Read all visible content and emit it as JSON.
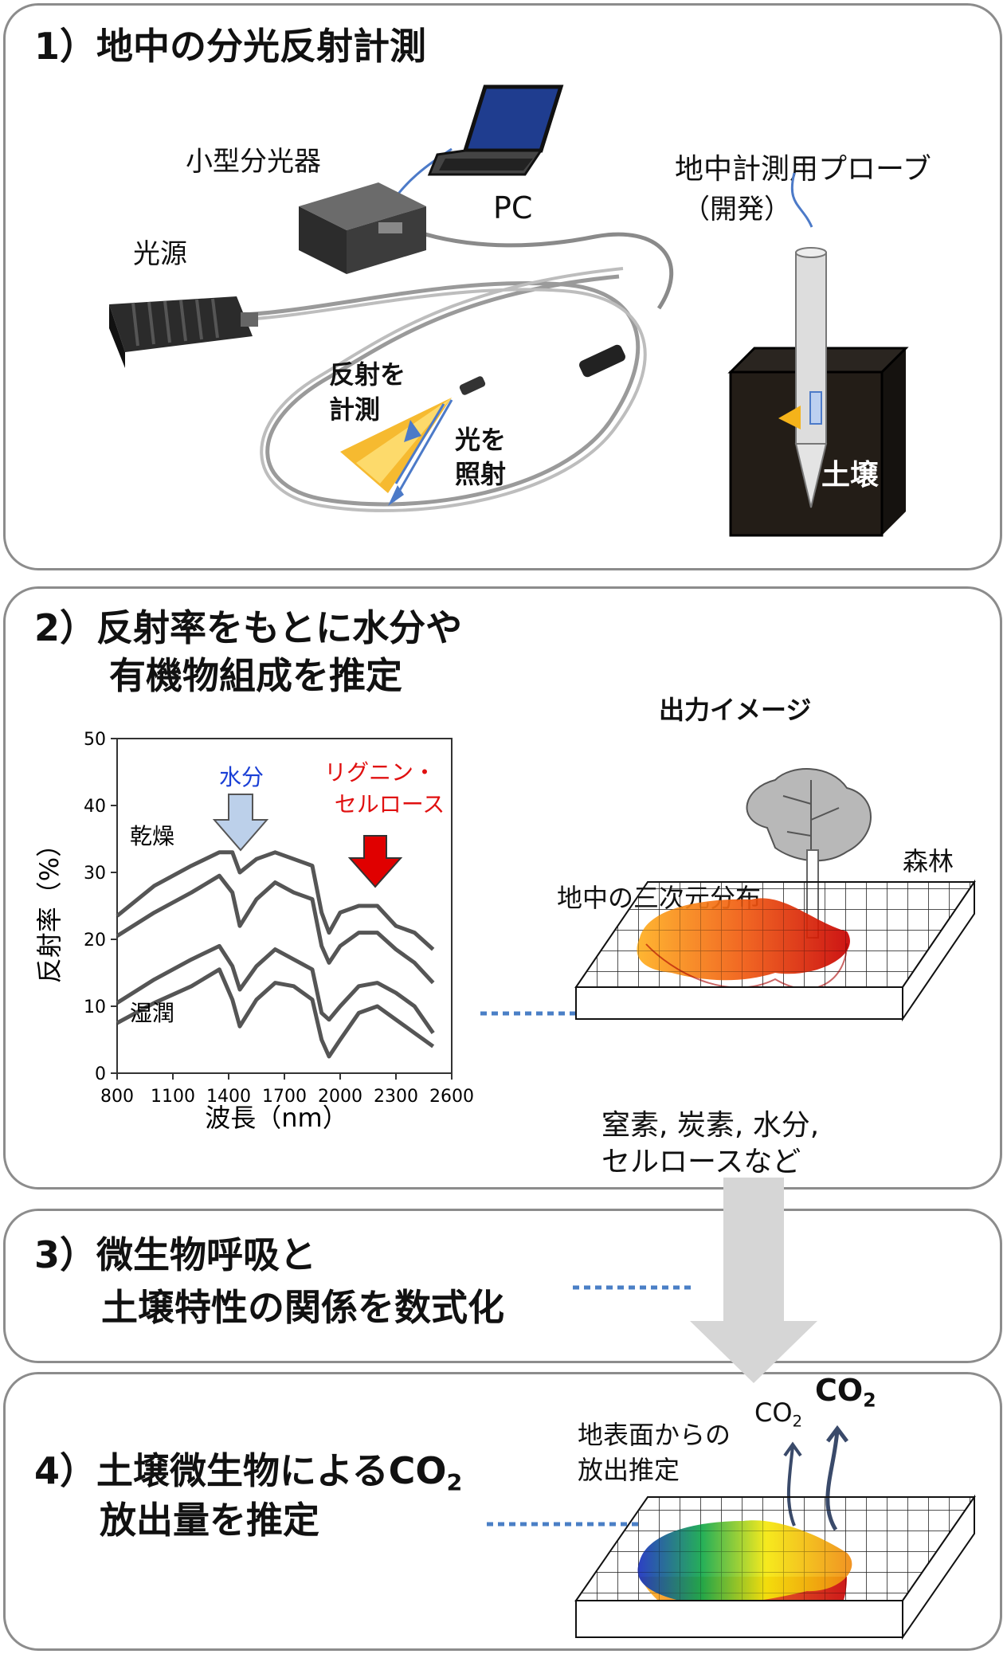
{
  "panel1": {
    "title": "1）地中の分光反射計測",
    "spectrometer_label": "小型分光器",
    "pc_label": "PC",
    "light_source_label": "光源",
    "measure_reflection": [
      "反射を",
      "計測"
    ],
    "irradiate_light": [
      "光を",
      "照射"
    ],
    "probe_label": "地中計測用プローブ",
    "probe_note": "（開発）",
    "soil_label": "土壌"
  },
  "panel2": {
    "title_line1": "2）反射率をもとに水分や",
    "title_line2": "有機物組成を推定",
    "output_label": "出力イメージ",
    "forest_label": "森林",
    "distribution_label": "地中の三次元分布",
    "components_line1": "窒素, 炭素, 水分,",
    "components_line2": "セルロースなど"
  },
  "panel3": {
    "title_line1": "3）微生物呼吸と",
    "title_line2": "土壌特性の関係を数式化"
  },
  "panel4": {
    "title_line1": "4）土壌微生物による",
    "title_co2": "CO",
    "title_co2_sub": "2",
    "title_line2": "放出量を推定",
    "surface_line1": "地表面からの",
    "surface_line2": "放出推定",
    "co2_small": "CO",
    "co2_small_sub": "2",
    "co2_large": "CO",
    "co2_large_sub": "2"
  },
  "chart_data": {
    "type": "line",
    "xlabel": "波長（nm）",
    "ylabel": "反射率（%）",
    "xlim": [
      800,
      2600
    ],
    "ylim": [
      0,
      50
    ],
    "xticks": [
      "800",
      "1100",
      "1400",
      "1700",
      "2000",
      "2300",
      "2600"
    ],
    "yticks": [
      "0",
      "10",
      "20",
      "30",
      "40",
      "50"
    ],
    "annotations": {
      "water": "水分",
      "lignin_line1": "リグニン・",
      "lignin_line2": "セルロース",
      "dry": "乾燥",
      "wet": "湿潤"
    },
    "x": [
      800,
      1000,
      1200,
      1350,
      1420,
      1460,
      1550,
      1650,
      1750,
      1850,
      1900,
      1940,
      2000,
      2100,
      2200,
      2300,
      2400,
      2500
    ],
    "series": [
      {
        "values": [
          23.5,
          28,
          31,
          33,
          33,
          30,
          32,
          33,
          32,
          31,
          24,
          21,
          24,
          25,
          25,
          22,
          21,
          18.5
        ]
      },
      {
        "values": [
          20.5,
          24,
          27,
          29.5,
          27,
          22,
          26,
          28.5,
          27,
          26,
          19,
          16.5,
          19,
          21,
          21,
          18.5,
          16.5,
          13.5
        ]
      },
      {
        "values": [
          10.5,
          14,
          17,
          19,
          16,
          12.5,
          16,
          18.5,
          17,
          15.5,
          9,
          8,
          10,
          13,
          13.5,
          12,
          10,
          6
        ]
      },
      {
        "values": [
          7.5,
          10.5,
          13,
          15.5,
          11,
          7,
          11,
          13.5,
          13,
          11,
          5,
          2.5,
          5,
          9,
          10,
          8,
          6,
          4
        ]
      }
    ]
  },
  "colors": {
    "panel_border": "#8c8c8c",
    "water_label": "#1a3fd6",
    "lignin_label": "#e01010",
    "dotted_line": "#4a7fc6",
    "big_arrow": "#d6d6d6"
  }
}
